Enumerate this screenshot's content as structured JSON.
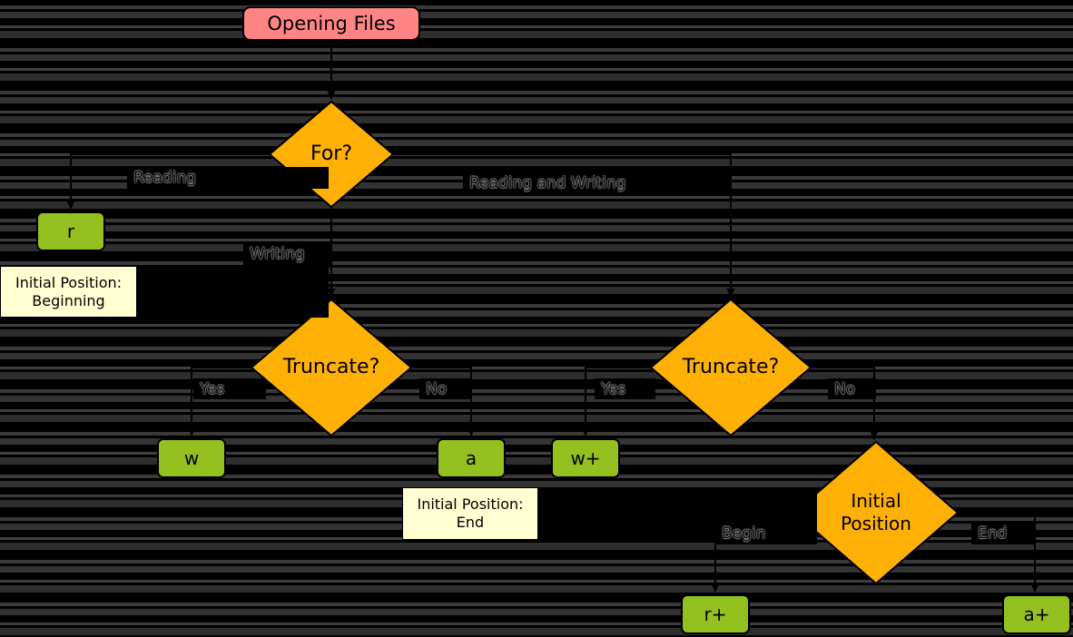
{
  "diagram": {
    "background": {
      "stripe_a": "#000000",
      "stripe_b": "#3a3a3a"
    },
    "colors": {
      "start_fill": "#ff8585",
      "decision_fill": "#ffb005",
      "mode_fill": "#94c120",
      "note_fill": "#ffffd2",
      "line": "#000000"
    },
    "nodes": {
      "start": {
        "label": "Opening Files"
      },
      "for_decision": {
        "label": "For?"
      },
      "truncate_left": {
        "label": "Truncate?"
      },
      "truncate_right": {
        "label": "Truncate?"
      },
      "initial_position_decision": {
        "label": "Initial Position"
      },
      "mode_r": {
        "label": "r"
      },
      "mode_w": {
        "label": "w"
      },
      "mode_a": {
        "label": "a"
      },
      "mode_w_plus": {
        "label": "w+"
      },
      "mode_r_plus": {
        "label": "r+"
      },
      "mode_a_plus": {
        "label": "a+"
      }
    },
    "edge_labels": {
      "reading": "Reading",
      "writing": "Writing",
      "reading_and_writing": "Reading and Writing",
      "truncate_left_yes": "Yes",
      "truncate_left_no": "No",
      "truncate_right_yes": "Yes",
      "truncate_right_no": "No",
      "position_begin": "Begin",
      "position_end": "End"
    },
    "notes": {
      "beginning": {
        "line1": "Initial Position:",
        "line2": "Beginning"
      },
      "end": {
        "line1": "Initial Position:",
        "line2": "End"
      }
    }
  }
}
